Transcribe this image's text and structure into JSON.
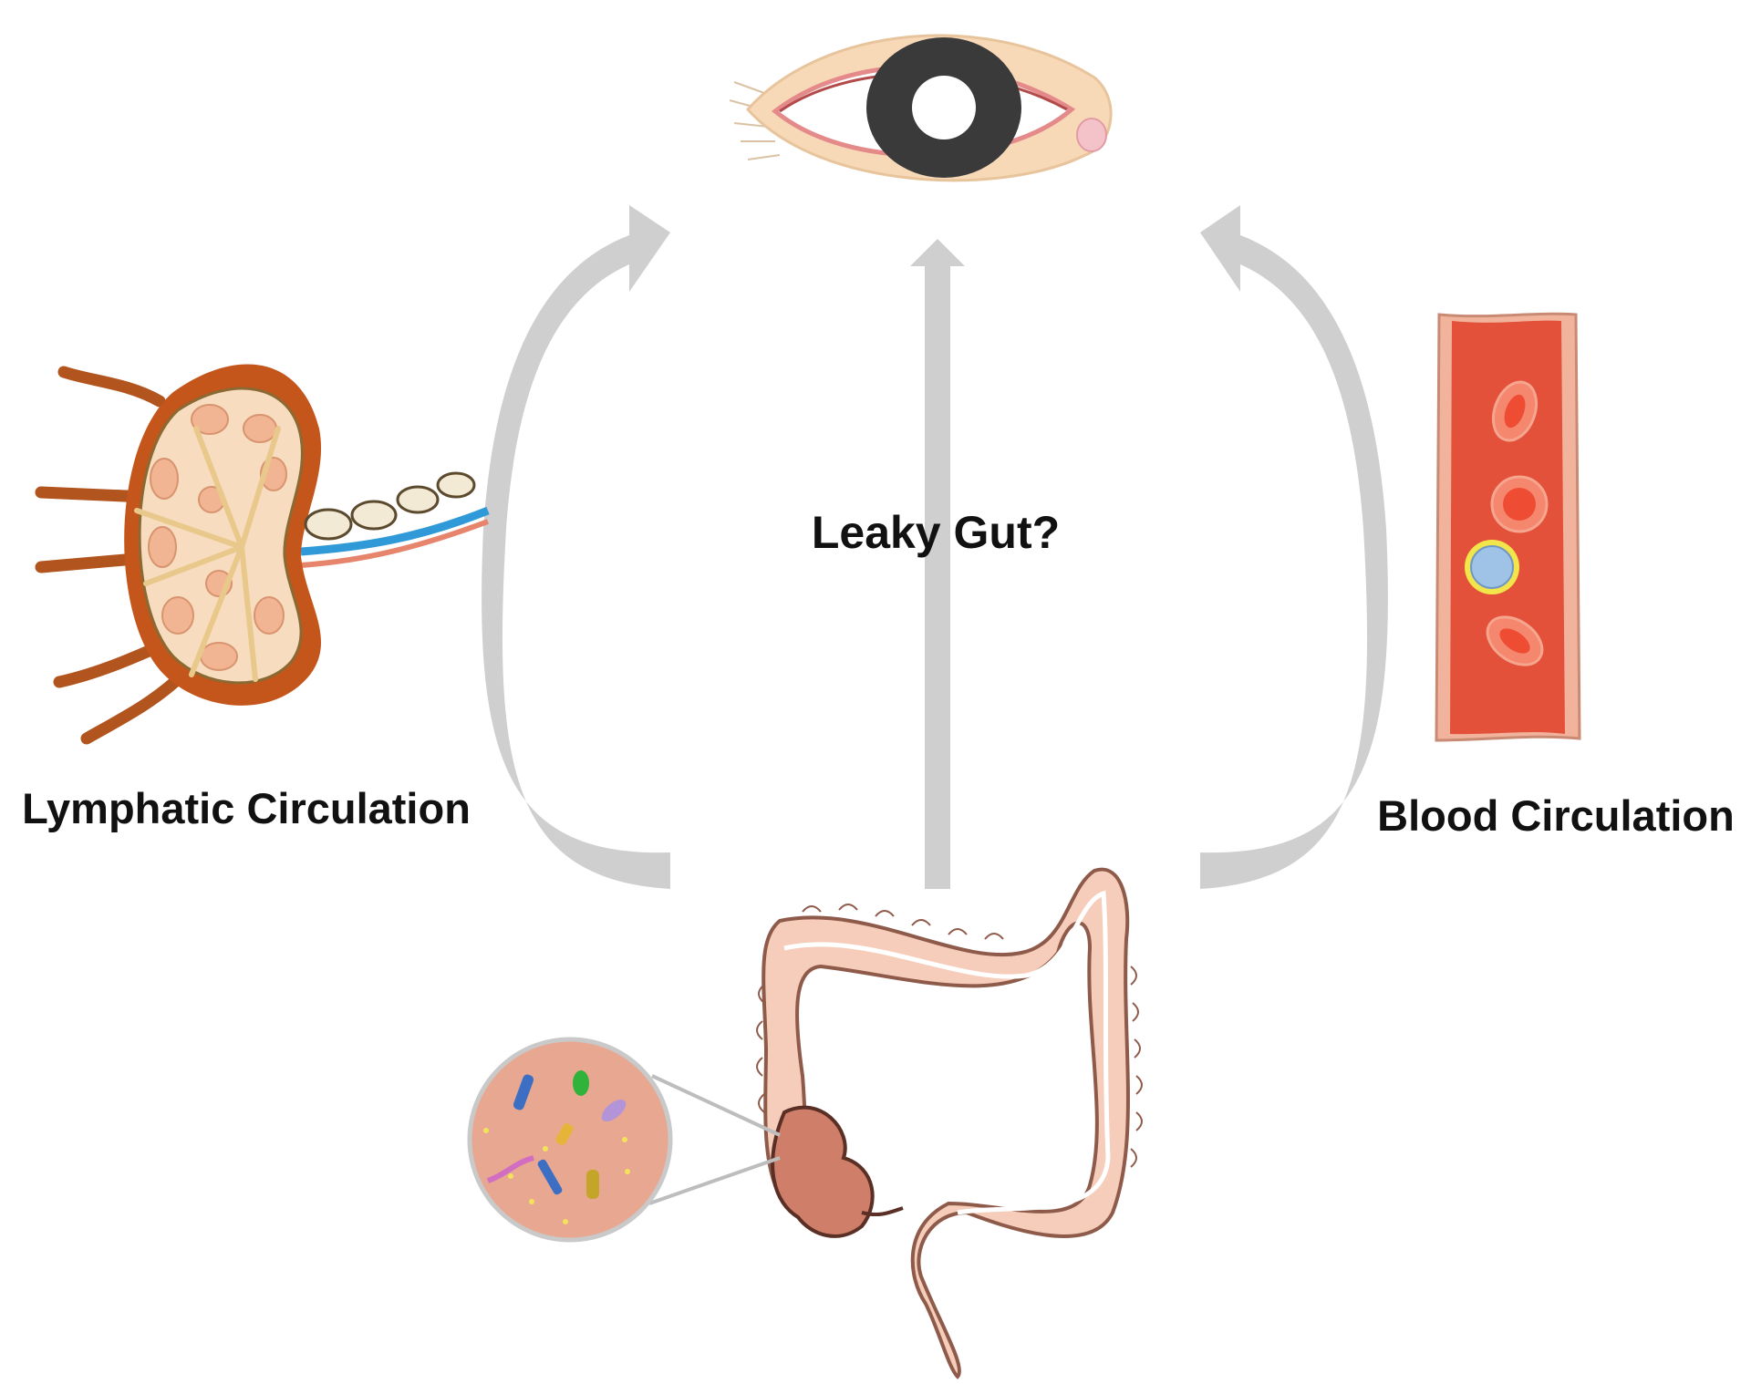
{
  "labels": {
    "center": "Leaky Gut?",
    "left": "Lymphatic Circulation",
    "right": "Blood Circulation"
  },
  "colors": {
    "arrow": "#cfcfcf",
    "blood_vessel": "#e4513a",
    "vessel_wall": "#f2b39c",
    "lymph_capsule": "#c4561c",
    "lymph_inner": "#f7dcc0",
    "colon": "#f6cdbb",
    "microbiome_bg": "#e8a790"
  },
  "icons": {
    "eye": "eye-icon",
    "lymph_node": "lymph-node-icon",
    "blood_vessel": "blood-vessel-icon",
    "colon": "colon-icon",
    "microbiome": "gut-microbiome-icon"
  }
}
